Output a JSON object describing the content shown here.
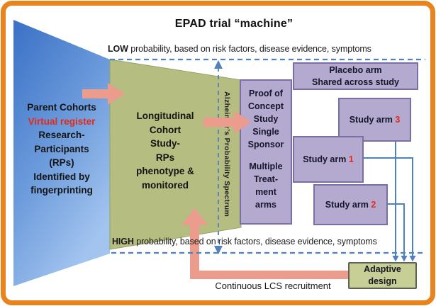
{
  "title": "EPAD trial “machine”",
  "top_axis": {
    "bold": "LOW",
    "rest": " probability, based on risk factors, disease evidence, symptoms"
  },
  "bottom_axis": {
    "bold": "HIGH",
    "rest": " probability, based on risk factors, disease evidence, symptoms"
  },
  "spectrum_label": "Alzheimer’s Probability Spectrum",
  "parent_cohort_panel": {
    "lines": [
      "Parent Cohorts",
      "Virtual register",
      "Research-",
      "Participants",
      "(RPs)",
      "Identified by",
      "fingerprinting"
    ]
  },
  "lcs_panel": {
    "lines": [
      "Longitudinal",
      "Cohort",
      "Study-",
      "RPs",
      "phenotype &",
      "monitored"
    ]
  },
  "poc_box": {
    "lines_top": [
      "Proof of",
      "Concept",
      "Study",
      "Single",
      "Sponsor"
    ],
    "lines_bottom": [
      "Multiple",
      "Treat-",
      "ment",
      "arms"
    ]
  },
  "placebo_box": {
    "lines": [
      "Placebo arm",
      "Shared across study"
    ]
  },
  "study_arms": [
    {
      "label": "Study arm ",
      "number": "3"
    },
    {
      "label": "Study arm ",
      "number": "1"
    },
    {
      "label": "Study arm ",
      "number": "2"
    }
  ],
  "adaptive_box": {
    "lines": [
      "Adaptive",
      "design"
    ]
  },
  "recruitment_label": "Continuous LCS recruitment",
  "colors": {
    "border_orange": "#E8831D",
    "funnel_blue_dark": "#3A70C6",
    "funnel_blue_light": "#A3C4EF",
    "panel_green": "#B6BD80",
    "box_purple": "#B4A9CF",
    "box_purple_border": "#7A6FA3",
    "adaptive_green": "#C7CF96",
    "arrow_pink": "#EC9C8C",
    "line_blue": "#4F81BD",
    "accent_red": "#E32A19"
  }
}
